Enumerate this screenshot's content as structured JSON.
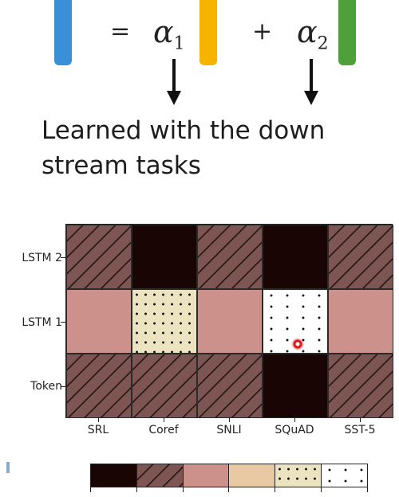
{
  "equation": {
    "equals": "=",
    "alpha1": "α",
    "alpha1_sub": "1",
    "plus": "+",
    "alpha2": "α",
    "alpha2_sub": "2",
    "colors": {
      "left_bar": "#3a8fd9",
      "middle_bar": "#f6b400",
      "right_bar": "#4fa03a"
    }
  },
  "caption": {
    "line1": "Learned with the down",
    "line2": "stream tasks"
  },
  "chart_data": {
    "type": "heatmap",
    "rows": [
      "LSTM 2",
      "LSTM 1",
      "Token"
    ],
    "columns": [
      "SRL",
      "Coref",
      "SNLI",
      "SQuAD",
      "SST-5"
    ],
    "values": [
      [
        2,
        1,
        2,
        1,
        2
      ],
      [
        3,
        4,
        3,
        5,
        3
      ],
      [
        2,
        2,
        2,
        1,
        2
      ]
    ],
    "legend_levels": 6,
    "legend_colors": [
      "#1a0505",
      "#7d5552",
      "#cc918a",
      "#ece4c0",
      "#ece4c0",
      "#ffffff"
    ]
  }
}
